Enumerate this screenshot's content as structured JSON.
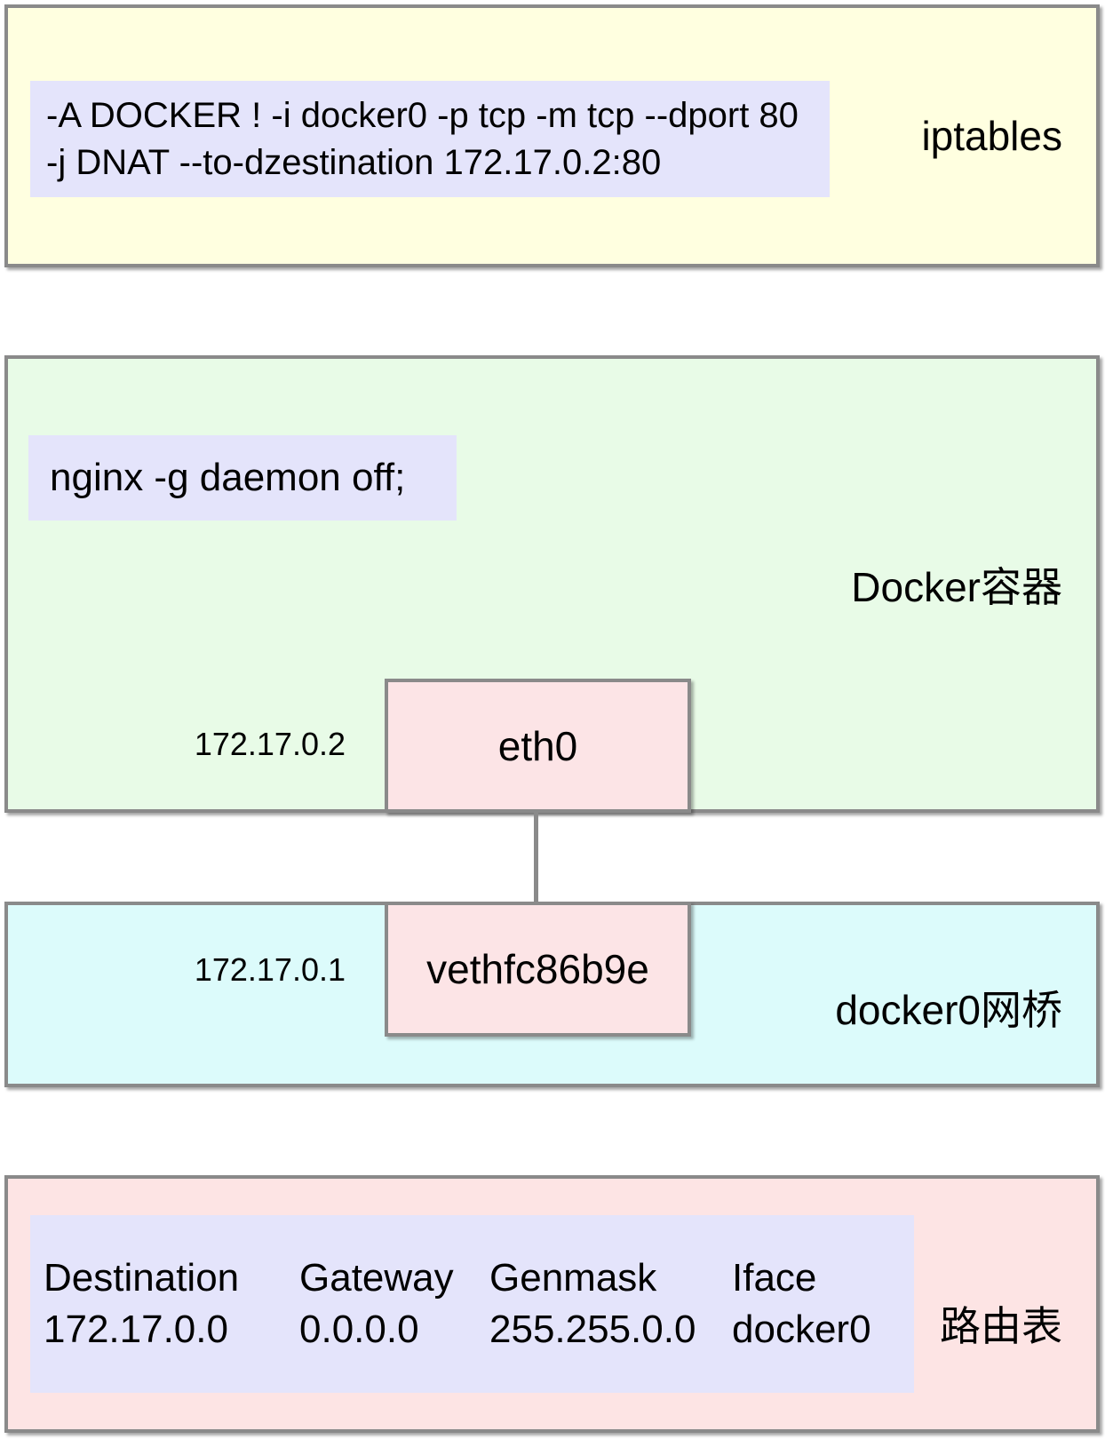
{
  "colors": {
    "iptables_box_bg": "#FFFFE0",
    "container_box_bg": "#E8FBE7",
    "bridge_box_bg": "#DCFBFB",
    "route_box_bg": "#FDE4E4",
    "iface_box_bg": "#FCE4E6",
    "code_box_bg": "#E4E4FB",
    "border": "#8A8A8A",
    "text": "#000000"
  },
  "iptables": {
    "label": "iptables",
    "code_line1": "-A DOCKER ! -i docker0 -p tcp -m tcp --dport 80",
    "code_line2": "-j DNAT --to-dzestination 172.17.0.2:80"
  },
  "container": {
    "label": "Docker容器",
    "command": "nginx -g daemon off;",
    "iface_name": "eth0",
    "iface_ip": "172.17.0.2"
  },
  "bridge": {
    "label": "docker0网桥",
    "iface_name": "vethfc86b9e",
    "iface_ip": "172.17.0.1"
  },
  "route": {
    "label": "路由表",
    "table": {
      "headers": [
        "Destination",
        "Gateway",
        "Genmask",
        "Iface"
      ],
      "rows": [
        [
          "172.17.0.0",
          "0.0.0.0",
          "255.255.0.0",
          "docker0"
        ]
      ]
    }
  }
}
